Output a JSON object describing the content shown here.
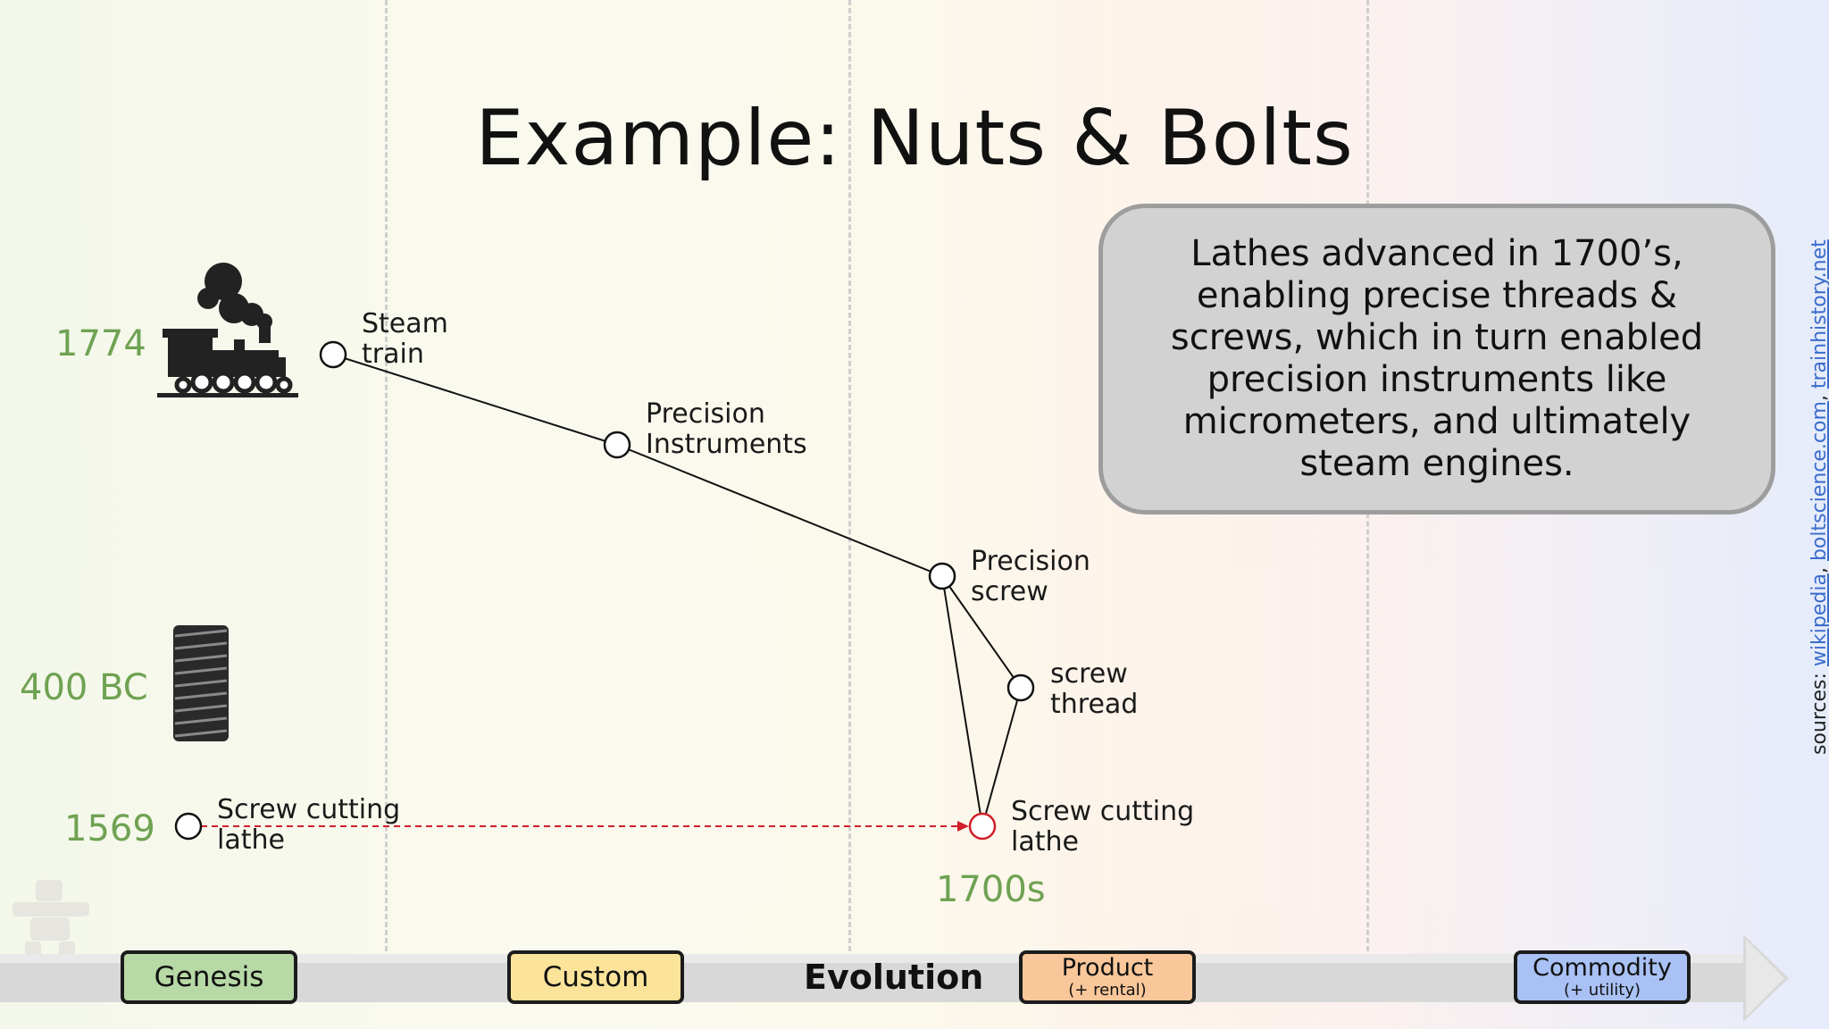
{
  "slide": {
    "title": "Example: Nuts & Bolts",
    "callout": "Lathes advanced in 1700’s, enabling precise threads & screws, which in turn enabled precision instruments like micrometers, and ultimately steam engines.",
    "sources": {
      "prefix": "sources:",
      "links": [
        "wikipedia",
        "boltscience.com",
        "trainhistory.net"
      ]
    }
  },
  "years": {
    "steam": "1774",
    "screw": "400 BC",
    "lathe": "1569",
    "lathe_moved": "1700s"
  },
  "nodes": [
    {
      "id": "steam-train",
      "label": "Steam\ntrain"
    },
    {
      "id": "precision-instruments",
      "label": "Precision\nInstruments"
    },
    {
      "id": "precision-screw",
      "label": "Precision\nscrew"
    },
    {
      "id": "screw-thread",
      "label": "screw\nthread"
    },
    {
      "id": "screw-cutting-lathe",
      "label": "Screw cutting\nlathe"
    },
    {
      "id": "screw-cutting-lathe-origin",
      "label": "Screw cutting\nlathe"
    }
  ],
  "axis": {
    "label": "Evolution",
    "stages": [
      {
        "name": "Genesis",
        "color": "#b7d9a6"
      },
      {
        "name": "Custom",
        "color": "#fbe49a"
      },
      {
        "name": "Product",
        "sub": "(+ rental)",
        "color": "#f9c79a"
      },
      {
        "name": "Commodity",
        "sub": "(+ utility)",
        "color": "#a9c1f4"
      }
    ]
  },
  "colors": {
    "year_green": "#6fa252",
    "movement_arrow": "#d0202a",
    "callout_bg": "#d2d2d2"
  },
  "icons": [
    "steam-locomotive-icon",
    "threaded-screw-icon",
    "inukshuk-logo-icon"
  ]
}
